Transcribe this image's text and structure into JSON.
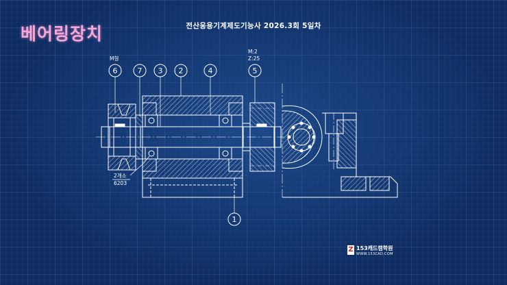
{
  "title": "베어링장치",
  "subtitle": "전산응용기계제도기능사 2026.3회 5일차",
  "annotations": {
    "pulley_type": "M형",
    "gear_module": "M:2",
    "gear_teeth": "Z:25",
    "bearing_count": "2개소",
    "bearing_spec": "6203"
  },
  "part_balloons": [
    "6",
    "7",
    "3",
    "2",
    "4",
    "5",
    "1"
  ],
  "logo": {
    "mark": "Z",
    "text": "153캐드캠학원",
    "url": "WWW.153CAD.COM"
  },
  "colors": {
    "background": "#0f2d62",
    "line": "#ffffff",
    "title": "#f5a8d8"
  }
}
